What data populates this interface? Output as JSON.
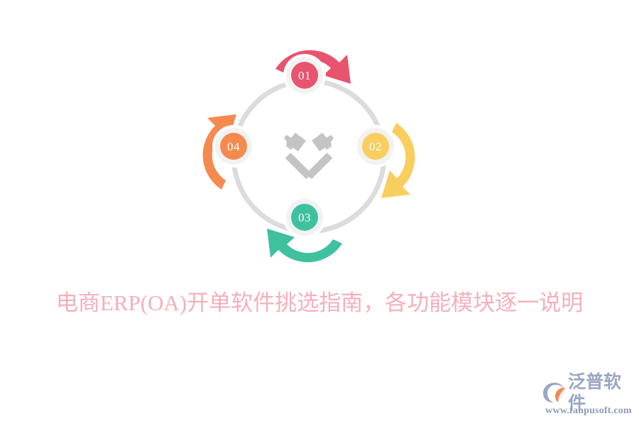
{
  "background_color": "#ffffff",
  "title": {
    "text": "电商ERP(OA)开单软件挑选指南，各功能模块逐一说明",
    "color": "#f6afbb"
  },
  "diagram": {
    "type": "cycle",
    "center_icon": "crossed-hammers-icon",
    "center_icon_color": "#c4c4c4",
    "ring_color": "#dcdcdc",
    "node_halo_color": "#f2f2f2",
    "nodes": [
      {
        "id": "01",
        "label": "01",
        "position": "top",
        "color": "#e8536e",
        "arrow": {
          "name": "arrow-top",
          "color": "#e8536e",
          "direction": "clockwise"
        }
      },
      {
        "id": "02",
        "label": "02",
        "position": "right",
        "color": "#f8ce5f",
        "arrow": {
          "name": "arrow-right",
          "color": "#f8ce5f",
          "direction": "clockwise"
        }
      },
      {
        "id": "03",
        "label": "03",
        "position": "bottom",
        "color": "#3fc1a0",
        "arrow": {
          "name": "arrow-bottom",
          "color": "#3fc1a0",
          "direction": "clockwise"
        }
      },
      {
        "id": "04",
        "label": "04",
        "position": "left",
        "color": "#f58a4f",
        "arrow": {
          "name": "arrow-left",
          "color": "#f58a4f",
          "direction": "clockwise"
        }
      }
    ]
  },
  "watermark": {
    "brand_name": "泛普软件",
    "website": "www.fanpusoft.com",
    "brand_color": "#9aa6c4",
    "website_color": "#8e9bbb",
    "mark_primary_color": "#9aa6c4",
    "mark_accent_color": "#ef8b4e"
  }
}
